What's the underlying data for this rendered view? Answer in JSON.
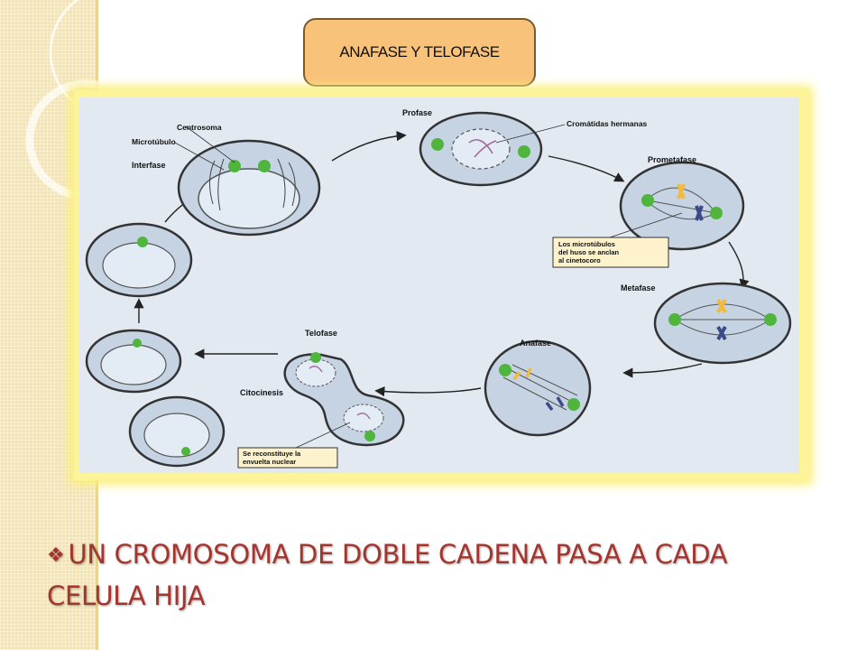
{
  "slide": {
    "title": "ANAFASE Y TELOFASE",
    "bullet_icon": "diamond-bullet-icon",
    "bullet_text": "UN CROMOSOMA DE DOBLE CADENA PASA A CADA CELULA HIJA"
  },
  "diagram": {
    "labels": {
      "profase": "Profase",
      "cromatidas": "Cromátidas hermanas",
      "centrosoma": "Centrosoma",
      "microtubulo": "Microtúbulo",
      "interfase": "Interfase",
      "prometafase": "Prometafase",
      "metafase": "Metafase",
      "anafase": "Anafase",
      "telofase": "Telofase",
      "citocinesis": "Citocinesis"
    },
    "callout_kinetochore": [
      "Los microtúbulos",
      "del huso se anclan",
      "al cinetocoro"
    ],
    "callout_envelope": [
      "Se reconstituye la",
      "envuelta nuclear"
    ]
  },
  "colors": {
    "title_fill": "#f9c27a",
    "cell_fill": "#c6d3e3",
    "centrosome_green": "#4fb53c",
    "chromosome_orange": "#f2b93a",
    "bullet_text": "#a4352e"
  }
}
